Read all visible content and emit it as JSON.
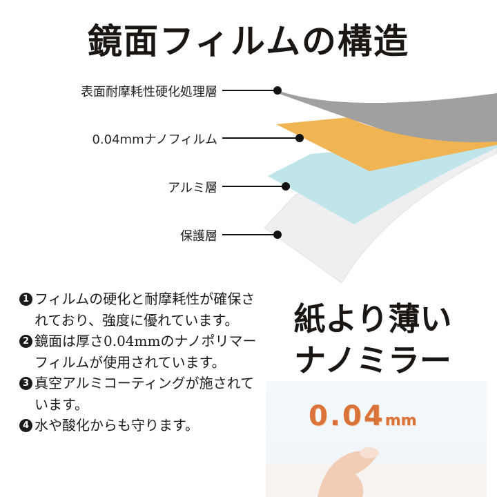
{
  "title": "鏡面フィルムの構造",
  "layers": [
    {
      "label": "表面耐摩耗性硬化処理層",
      "color": "#9e9e9e"
    },
    {
      "label": "0.04mmナノフィルム",
      "color": "#f0b452"
    },
    {
      "label": "アルミ層",
      "color": "#bfe4ea"
    },
    {
      "label": "保護層",
      "color": "#eeeeee"
    }
  ],
  "points": [
    {
      "num": "1",
      "text": "フィルムの硬化と耐摩耗性が確保されており、強度に優れています。"
    },
    {
      "num": "2",
      "text": "鏡面は厚さ0.04mmのナノポリマーフィルムが使用されています。"
    },
    {
      "num": "3",
      "text": "真空アルミコーティングが施されています。"
    },
    {
      "num": "4",
      "text": "水や酸化からも守ります。"
    }
  ],
  "headline": {
    "line1": "紙より薄い",
    "line2": "ナノミラー"
  },
  "thickness": {
    "value": "0.04",
    "unit": "mm",
    "color": "#d9733a"
  }
}
